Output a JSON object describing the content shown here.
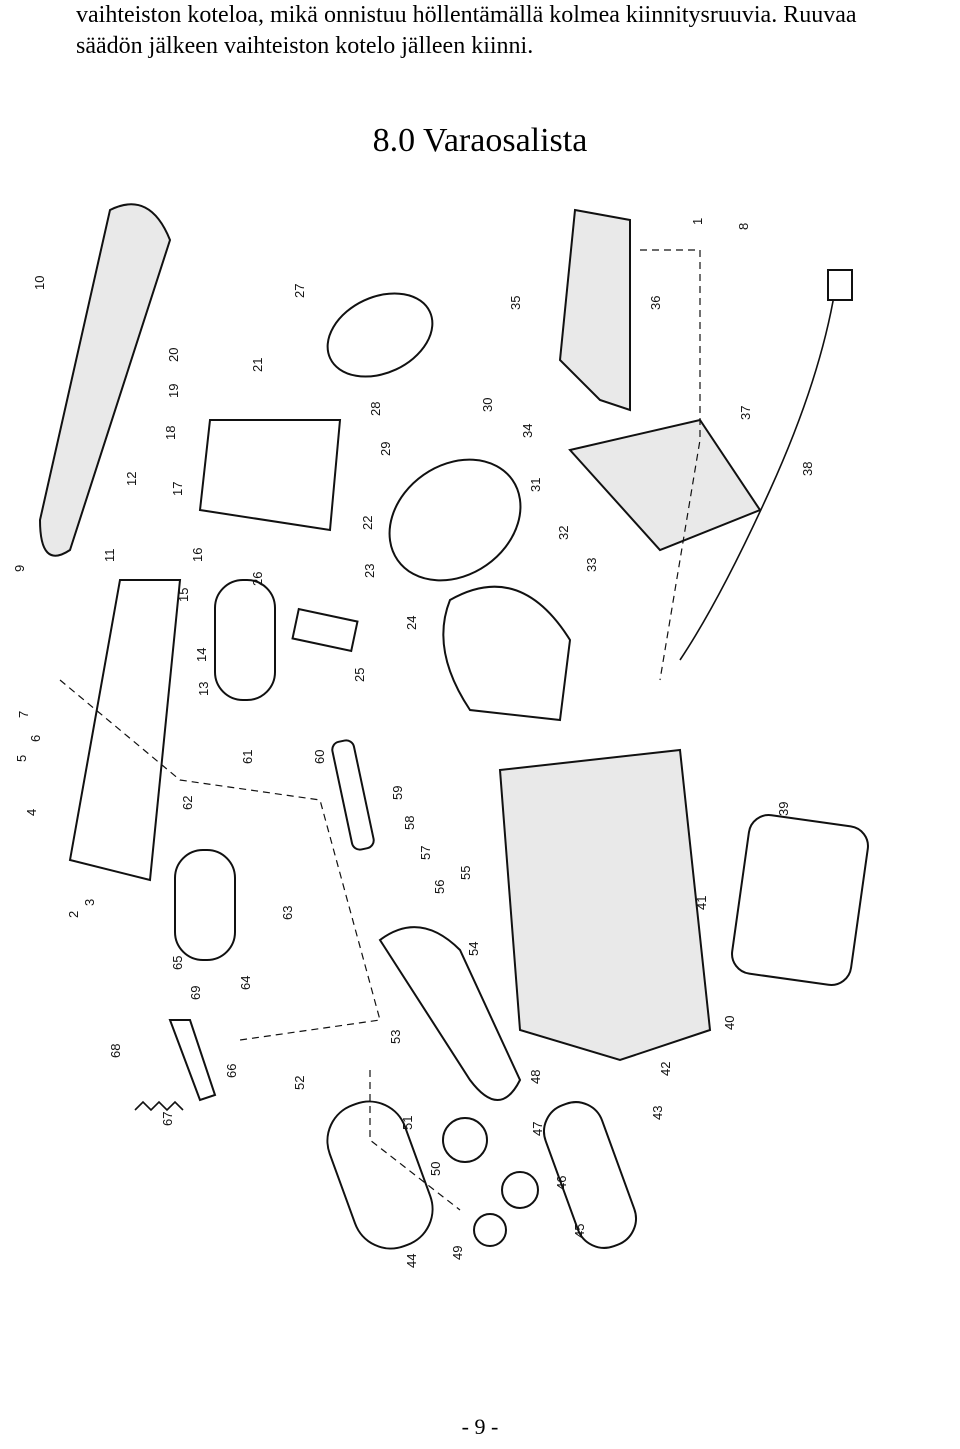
{
  "intro": {
    "line1": "vaihteiston koteloa, mikä onnistuu höllentämällä kolmea kiinnitysruuvia. Ruuvaa",
    "line2": "säädön jälkeen vaihteiston kotelo jälleen kiinni."
  },
  "section_title": "8.0 Varaosalista",
  "diagram": {
    "labels": [
      "1",
      "2",
      "3",
      "4",
      "5",
      "6",
      "7",
      "8",
      "9",
      "10",
      "11",
      "12",
      "13",
      "14",
      "15",
      "16",
      "17",
      "18",
      "19",
      "20",
      "21",
      "22",
      "23",
      "24",
      "25",
      "26",
      "27",
      "28",
      "29",
      "30",
      "31",
      "32",
      "33",
      "34",
      "35",
      "36",
      "37",
      "38",
      "39",
      "40",
      "41",
      "42",
      "43",
      "44",
      "45",
      "46",
      "47",
      "48",
      "49",
      "50",
      "51",
      "52",
      "53",
      "54",
      "55",
      "56",
      "57",
      "58",
      "59",
      "60",
      "61",
      "62",
      "63",
      "64",
      "65",
      "66",
      "67",
      "68",
      "69"
    ]
  },
  "page_number": "- 9 -"
}
